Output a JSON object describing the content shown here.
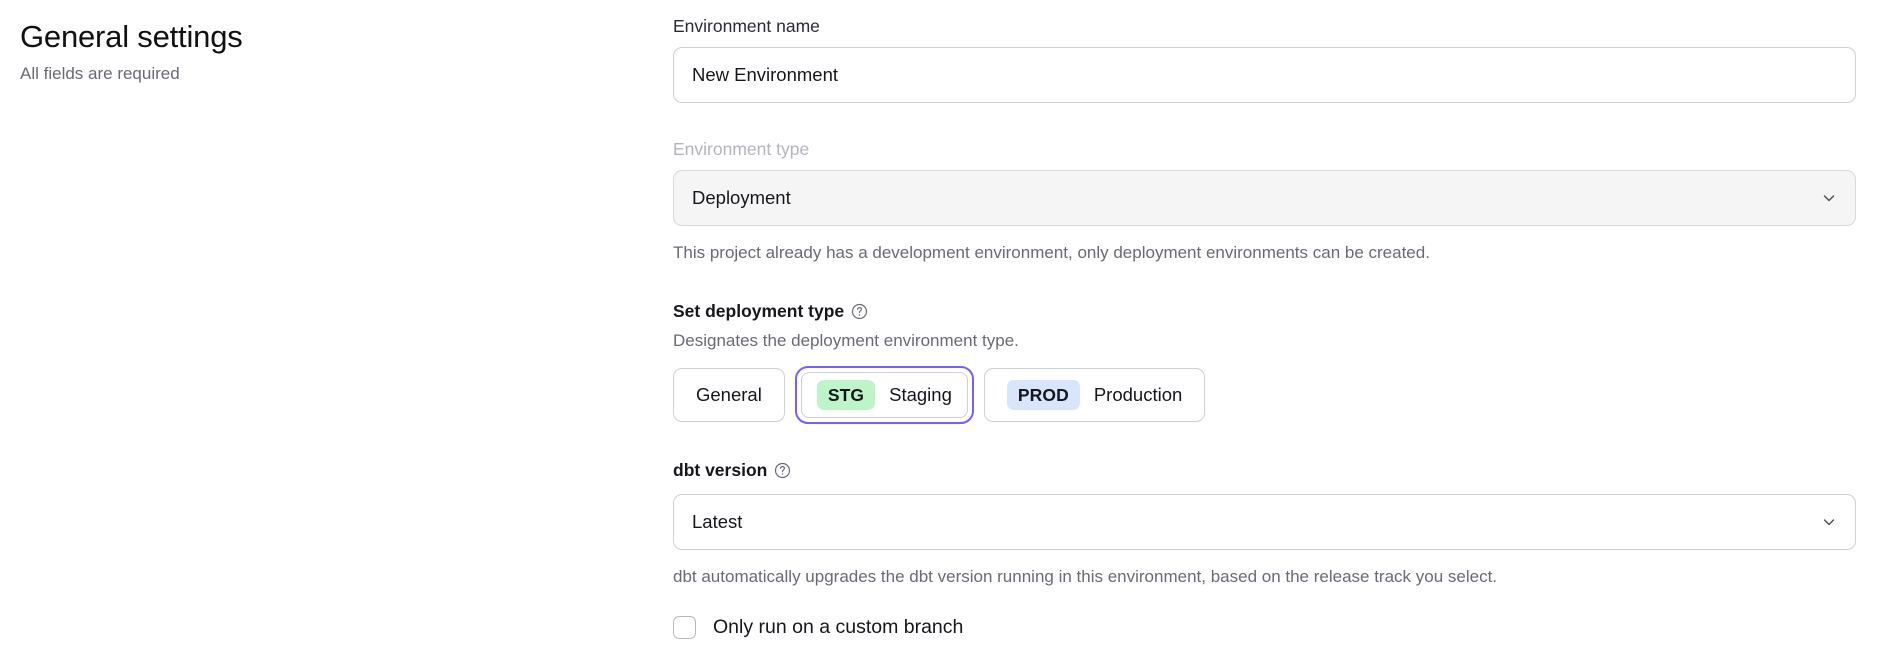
{
  "header": {
    "title": "General settings",
    "subtitle": "All fields are required"
  },
  "form": {
    "environment_name": {
      "label": "Environment name",
      "value": "New Environment",
      "placeholder": "Environment name"
    },
    "environment_type": {
      "label": "Environment type",
      "value": "Deployment",
      "help": "This project already has a development environment, only deployment environments can be created.",
      "chevron": "chevron-down-icon",
      "disabled": true
    },
    "deployment_type": {
      "label": "Set deployment type",
      "info_icon": "help-circle-icon",
      "help": "Designates the deployment environment type.",
      "selected": "Staging",
      "options": [
        {
          "id": "general",
          "label": "General",
          "badge": ""
        },
        {
          "id": "staging",
          "label": "Staging",
          "badge": "STG",
          "badge_color": "#bdf5c9",
          "selected": true
        },
        {
          "id": "production",
          "label": "Production",
          "badge": "PROD",
          "badge_color": "#d7e5fd",
          "selected": false
        }
      ]
    },
    "dbt_version": {
      "label": "dbt version",
      "info_icon": "help-circle-icon",
      "value": "Latest",
      "help": "dbt automatically upgrades the dbt version running in this environment, based on the release track you select.",
      "chevron": "chevron-down-icon"
    },
    "custom_branch": {
      "label": "Only run on a custom branch",
      "checked": false
    }
  },
  "colors": {
    "accent": "#7c5cfa",
    "staging_badge": "#bdf5c9",
    "production_badge": "#d7e5fd",
    "text": "#16161c",
    "muted": "#6a6a74"
  }
}
